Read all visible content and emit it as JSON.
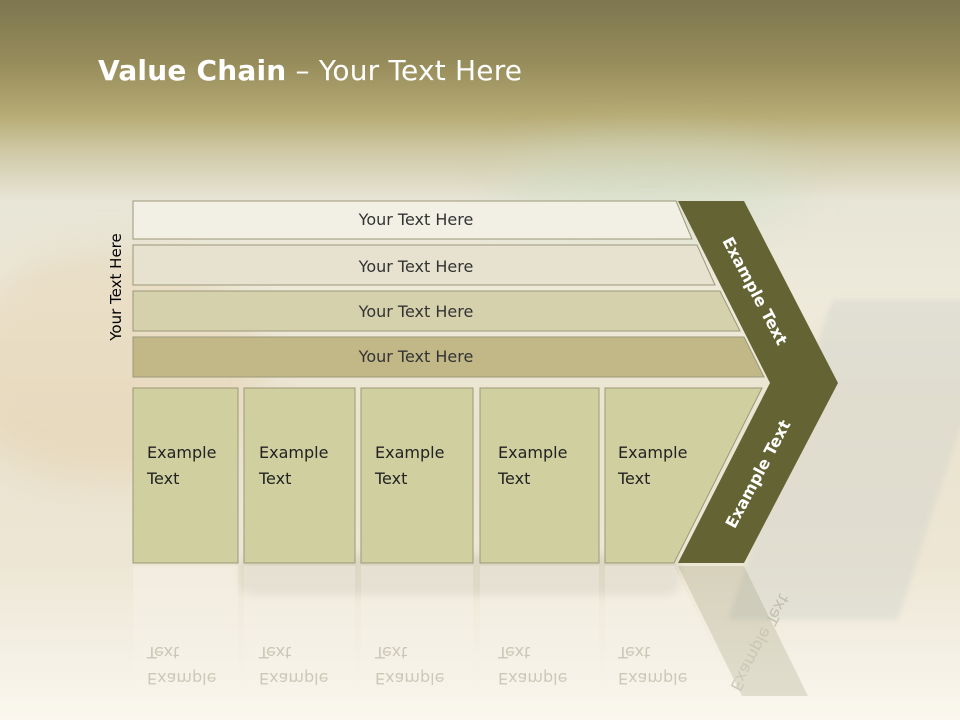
{
  "slide": {
    "title_bold": "Value Chain",
    "title_rest": " – Your Text Here"
  },
  "diagram": {
    "side_label": "Your Text Here",
    "support_bars": [
      {
        "label": "Your Text Here",
        "color": "#f2f0e5"
      },
      {
        "label": "Your Text Here",
        "color": "#e6e2cf"
      },
      {
        "label": "Your Text Here",
        "color": "#d6d1ad"
      },
      {
        "label": "Your Text Here",
        "color": "#c2b787"
      }
    ],
    "primary_columns": [
      {
        "line1": "Example",
        "line2": "Text"
      },
      {
        "line1": "Example",
        "line2": "Text"
      },
      {
        "line1": "Example",
        "line2": "Text"
      },
      {
        "line1": "Example",
        "line2": "Text"
      },
      {
        "line1": "Example",
        "line2": "Text"
      }
    ],
    "chevron": {
      "upper_label": "Example Text",
      "lower_label": "Example Text",
      "color": "#646334"
    },
    "column_color": "#d0cfa0"
  }
}
